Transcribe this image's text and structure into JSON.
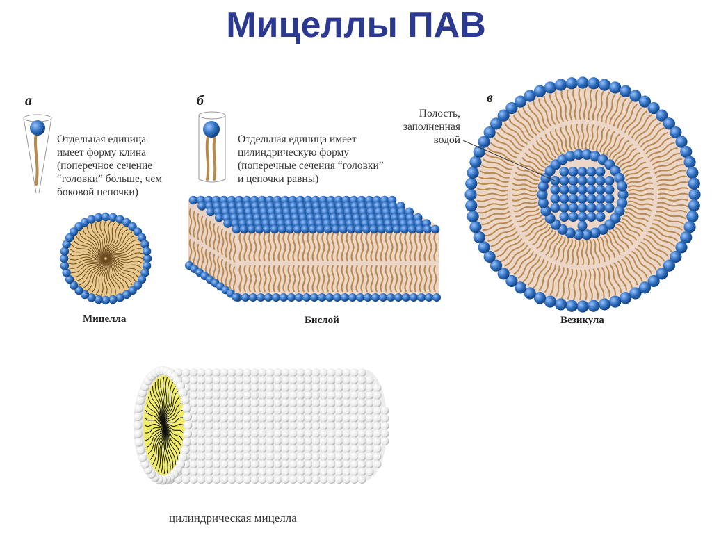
{
  "title": "Мицеллы ПАВ",
  "panels": {
    "a": {
      "letter": "а",
      "lines": [
        "Отдельная единица",
        "имеет форму клина",
        "(поперечное сечение",
        "“головки” больше, чем",
        "боковой цепочки)"
      ]
    },
    "b": {
      "letter": "б",
      "lines": [
        "Отдельная единица имеет",
        "цилиндрическую форму",
        "(поперечные сечения “головки”",
        "и цепочки равны)"
      ]
    },
    "v": {
      "letter": "в",
      "cavity_lines": [
        "Полость,",
        "заполненная",
        "водой"
      ]
    }
  },
  "captions": {
    "micelle": "Мицелла",
    "bilayer": "Бислой",
    "vesicle": "Везикула",
    "cylindrical": "цилиндрическая мицелла"
  },
  "colors": {
    "title": "#2b3990",
    "head": "#2f6fbe",
    "tail": "#b88a4e",
    "core": "#e8c88c",
    "water": "#ecd6c8",
    "yellow": "#f0ec6a"
  }
}
